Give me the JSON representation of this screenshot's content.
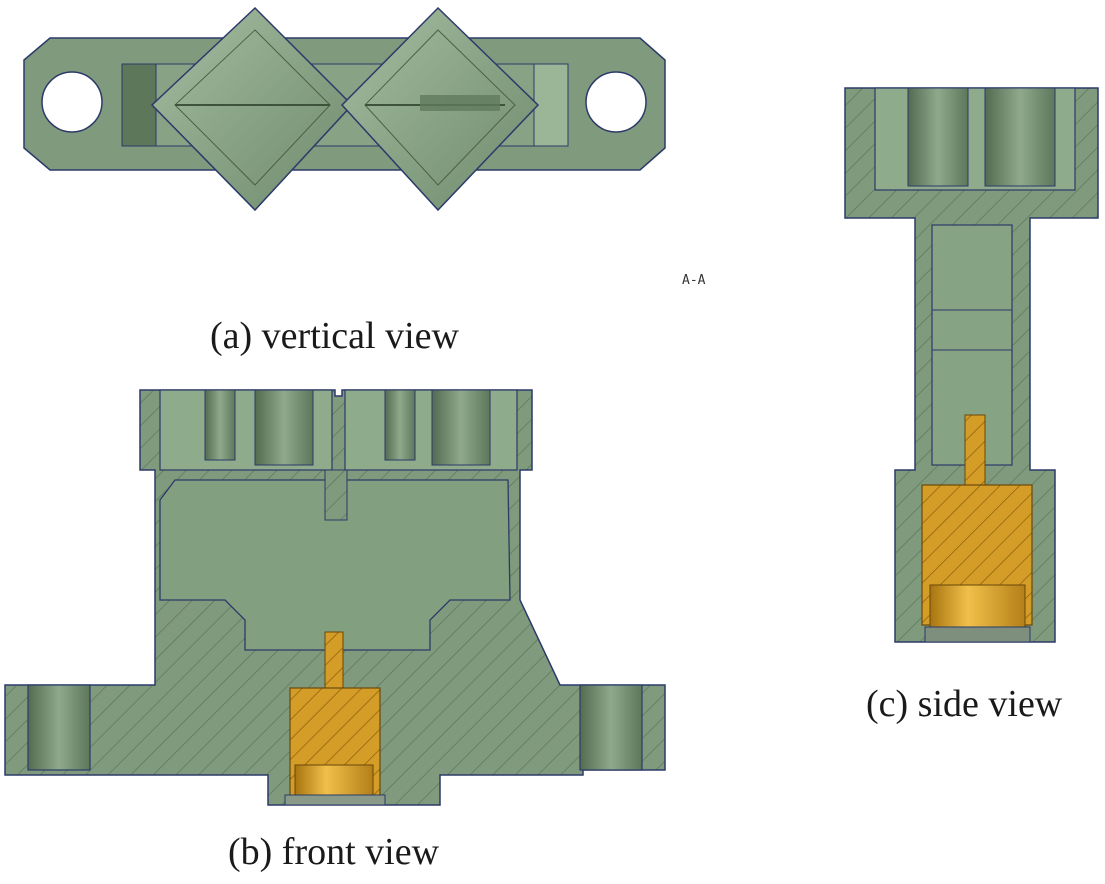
{
  "captions": {
    "vertical": "(a) vertical view",
    "front": "(b) front view",
    "side": "(c) side view"
  },
  "section_label": "A-A",
  "colors": {
    "body_green": "#7f9a7c",
    "body_green_light": "#8fab8b",
    "body_green_dark": "#5f7a5d",
    "outline": "#2c3a6a",
    "brass": "#d7a22a",
    "brass_dark": "#9c6c12",
    "hole_white": "#ffffff"
  }
}
